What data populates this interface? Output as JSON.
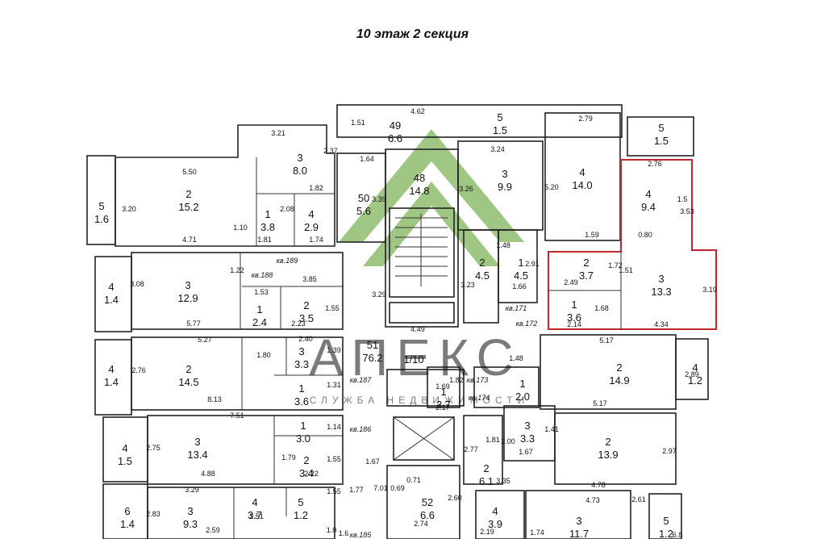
{
  "title": "10 этаж 2 секция",
  "watermark": {
    "name": "АПЕКС",
    "tagline": "СЛУЖБА НЕДВИЖИМОСТИ",
    "color": "#7fb35a",
    "text_color": "#8a8a8a"
  },
  "highlight_color": "#c0262c",
  "rooms": [
    {
      "num": "5",
      "area": "1.6"
    },
    {
      "num": "2",
      "area": "15.2"
    },
    {
      "num": "3",
      "area": "8.0"
    },
    {
      "num": "1",
      "area": "3.8"
    },
    {
      "num": "4",
      "area": "2.9"
    },
    {
      "num": "50",
      "area": "5.6"
    },
    {
      "num": "49",
      "area": "6.6"
    },
    {
      "num": "48",
      "area": "14.8"
    },
    {
      "num": "3",
      "area": "9.9"
    },
    {
      "num": "5",
      "area": "1.5"
    },
    {
      "num": "4",
      "area": "14.0"
    },
    {
      "num": "5",
      "area": "1.5"
    },
    {
      "num": "4",
      "area": "9.4"
    },
    {
      "num": "2",
      "area": "4.5"
    },
    {
      "num": "1",
      "area": "4.5"
    },
    {
      "num": "2",
      "area": "3.7"
    },
    {
      "num": "1",
      "area": "3.6"
    },
    {
      "num": "3",
      "area": "13.3"
    },
    {
      "num": "4",
      "area": "1.4"
    },
    {
      "num": "3",
      "area": "12.9"
    },
    {
      "num": "1",
      "area": "2.4"
    },
    {
      "num": "2",
      "area": "3.5"
    },
    {
      "num": "51",
      "area": "76.2"
    },
    {
      "num": "4",
      "area": "1.4"
    },
    {
      "num": "2",
      "area": "14.5"
    },
    {
      "num": "3",
      "area": "3.3"
    },
    {
      "num": "1",
      "area": "3.6"
    },
    {
      "num": "1",
      "area": "3.7"
    },
    {
      "num": "1",
      "area": "2.0"
    },
    {
      "num": "2",
      "area": "14.9"
    },
    {
      "num": "4",
      "area": "1.2"
    },
    {
      "num": "4",
      "area": "1.5"
    },
    {
      "num": "3",
      "area": "13.4"
    },
    {
      "num": "1",
      "area": "3.0"
    },
    {
      "num": "2",
      "area": "3.4"
    },
    {
      "num": "3",
      "area": "3.3"
    },
    {
      "num": "2",
      "area": "13.9"
    },
    {
      "num": "2",
      "area": "6.1"
    },
    {
      "num": "52",
      "area": "6.6"
    },
    {
      "num": "6",
      "area": "1.4"
    },
    {
      "num": "3",
      "area": "9.3"
    },
    {
      "num": "4",
      "area": "3.7"
    },
    {
      "num": "5",
      "area": "1.2"
    },
    {
      "num": "4",
      "area": "3.9"
    },
    {
      "num": "3",
      "area": "11.7"
    },
    {
      "num": "5",
      "area": "1.2"
    }
  ],
  "flat_labels": [
    "кв.189",
    "кв.188",
    "кв.171",
    "кв.172",
    "кв.187",
    "кв.173",
    "кв.174",
    "кв.186",
    "кв.185"
  ],
  "stair_label": "1/10",
  "dimensions": [
    "3.21",
    "5.50",
    "2.37",
    "3.20",
    "1.82",
    "2.08",
    "1.10",
    "4.71",
    "1.81",
    "1.74",
    "1.64",
    "3.39",
    "1.51",
    "4.62",
    "3.24",
    "3.26",
    "1.5",
    "2.79",
    "5.20",
    "2.76",
    "3.53",
    "1.59",
    "0.80",
    "1.48",
    "2.91",
    "3.23",
    "1.66",
    "2.49",
    "1.72",
    "1.51",
    "1.68",
    "3.19",
    "2.14",
    "4.34",
    "3.08",
    "1.22",
    "3.85",
    "1.53",
    "3.29",
    "1.55",
    "5.77",
    "2.23",
    "4.49",
    "2.76",
    "5.27",
    "2.40",
    "1.80",
    "1.39",
    "1.31",
    "8.13",
    "1.48",
    "5.17",
    "2.89",
    "1.82",
    "1.69",
    "2.17",
    "5.17",
    "7.51",
    "2.75",
    "1.14",
    "1.79",
    "1.55",
    "4.88",
    "2.22",
    "1.67",
    "2.00",
    "1.41",
    "1.81",
    "2.77",
    "1.67",
    "2.97",
    "4.78",
    "3.29",
    "1.55",
    "2.51",
    "2.59",
    "1.77",
    "7.01",
    "0.69",
    "0.71",
    "2.60",
    "3.35",
    "2.83",
    "4.73",
    "2.74",
    "2.19",
    "2.61",
    "1.74",
    "1.0",
    "1.6",
    "6.8"
  ]
}
